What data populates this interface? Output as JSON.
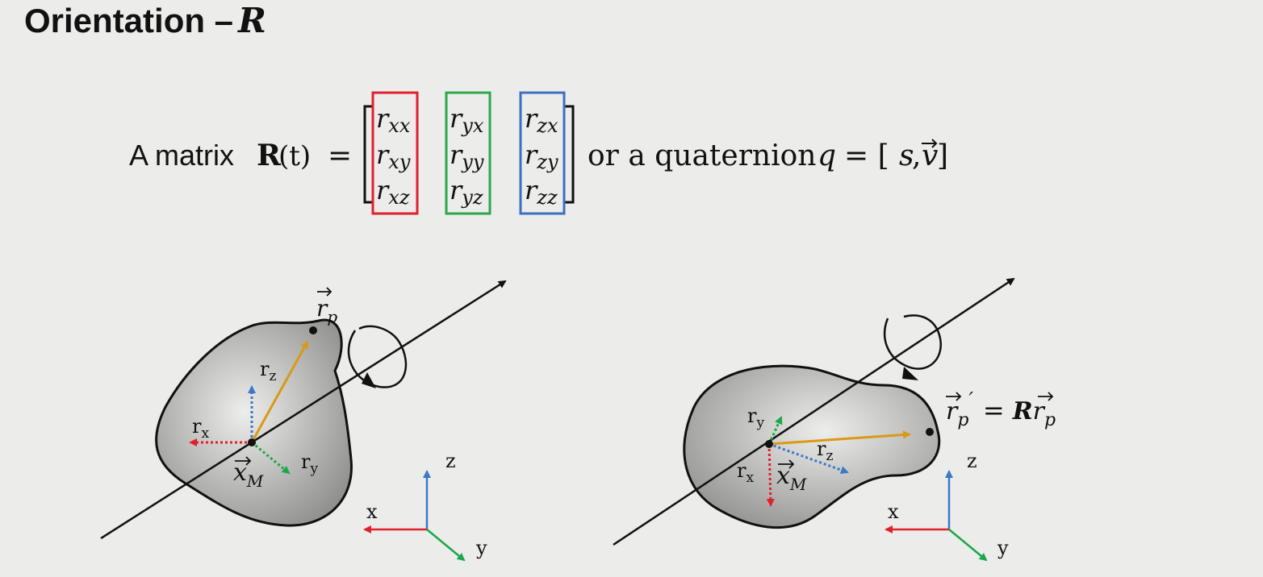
{
  "slide": {
    "title": "Orientation –",
    "title_symbol": "R"
  },
  "equation": {
    "prefix": "A matrix ",
    "R": "R",
    "t_arg": "(t)",
    "equals": "=",
    "col_x": [
      "r",
      "xx",
      "r",
      "xy",
      "r",
      "xz"
    ],
    "columns": [
      {
        "entries": [
          {
            "base": "r",
            "sub": "xx"
          },
          {
            "base": "r",
            "sub": "xy"
          },
          {
            "base": "r",
            "sub": "xz"
          }
        ],
        "color": "#e0202a"
      },
      {
        "entries": [
          {
            "base": "r",
            "sub": "yx"
          },
          {
            "base": "r",
            "sub": "yy"
          },
          {
            "base": "r",
            "sub": "yz"
          }
        ],
        "color": "#2aa84a"
      },
      {
        "entries": [
          {
            "base": "r",
            "sub": "zx"
          },
          {
            "base": "r",
            "sub": "zy"
          },
          {
            "base": "r",
            "sub": "zz"
          }
        ],
        "color": "#3a6fc4"
      }
    ],
    "connector": "or a quaternion",
    "q": "q",
    "q_rhs_open": "= [",
    "s": "s",
    "comma": ",",
    "v": "v",
    "close": "]"
  },
  "left_diagram": {
    "point_label": "r",
    "point_sub": "p",
    "rz_label": "r",
    "rz_sub": "z",
    "rx_label": "r",
    "rx_sub": "x",
    "ry_label": "r",
    "ry_sub": "y",
    "com_label": "x",
    "com_sub": "M",
    "axes": {
      "z": "z",
      "x": "x",
      "y": "y"
    }
  },
  "right_diagram": {
    "point_label": "r",
    "point_sub": "p",
    "prime": "′",
    "eq": "=",
    "R": "R",
    "rhs": "r",
    "rhs_sub": "p",
    "ry_label": "r",
    "ry_sub": "y",
    "rz_label": "r",
    "rz_sub": "z",
    "rx_label": "r",
    "rx_sub": "x",
    "com_label": "x",
    "com_sub": "M",
    "axes": {
      "z": "z",
      "x": "x",
      "y": "y"
    }
  },
  "colors": {
    "x_axis": "#e0202a",
    "y_axis": "#1aa84a",
    "z_axis": "#3a78c8",
    "position_vector": "#d99a14",
    "body_fill": "#b5b5b3"
  }
}
